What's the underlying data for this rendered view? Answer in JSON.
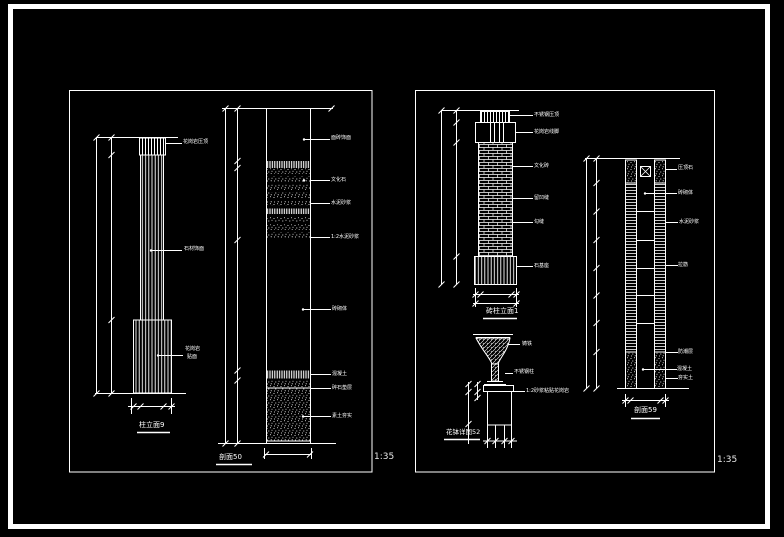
{
  "sheet": {
    "background_color": "#000000",
    "line_color": "#ffffff",
    "type": "CAD column detail drawings"
  },
  "panel_left": {
    "scale_note": "1:35",
    "column_figure": {
      "capital_label": "花岗岩压顶",
      "shaft_label": "石材饰面",
      "base_label_line1": "花岗岩",
      "base_label_line2": "贴面",
      "title": "柱立面9"
    },
    "section_figure": {
      "labels": [
        "面砖饰面",
        "文化石",
        "水泥砂浆",
        "1:2水泥砂浆",
        "砖砌体",
        "混凝土",
        "碎石垫层",
        "素土夯实"
      ],
      "title": "剖面50"
    }
  },
  "panel_right": {
    "scale_note": "1:35",
    "column_figure": {
      "labels": [
        "不锈钢压顶",
        "花岗岩线脚",
        "文化砖",
        "留凹缝",
        "勾缝",
        "石基座"
      ],
      "title": "砖柱立面1"
    },
    "planter_figure": {
      "labels": [
        "铸铁",
        "不锈钢柱",
        "1:2砂浆粘贴花岗岩"
      ],
      "title": "花钵详图52"
    },
    "section_figure": {
      "labels": [
        "压顶石",
        "砖砌体",
        "水泥砂浆",
        "拉筋",
        "防潮层",
        "混凝土",
        "夯实土"
      ],
      "title": "剖面59"
    }
  }
}
